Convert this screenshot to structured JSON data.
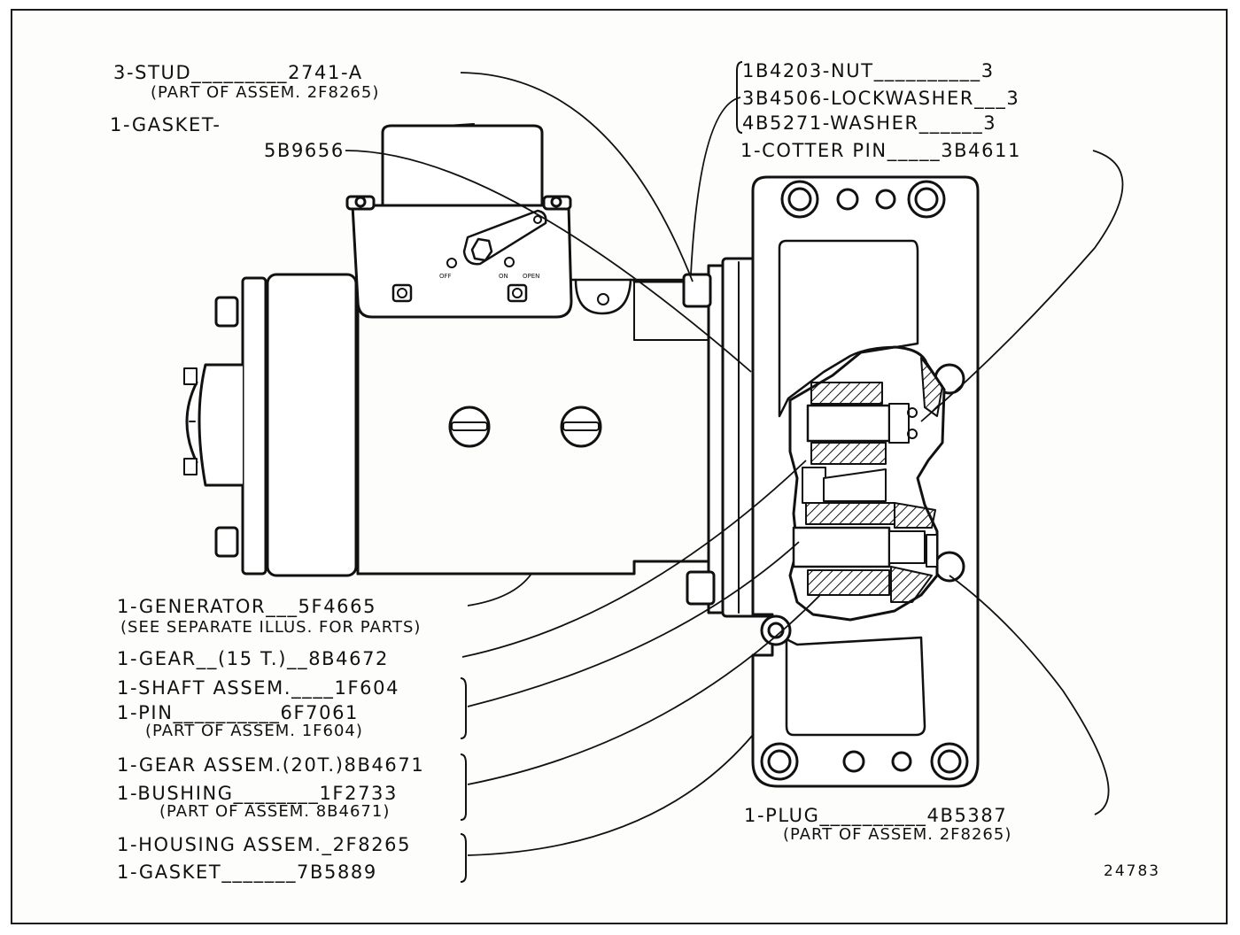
{
  "figure": {
    "number": "24783"
  },
  "callouts_left_top": [
    {
      "text": "3-STUD_________2741-A",
      "sub": "(PART OF ASSEM. 2F8265)"
    },
    {
      "text": "1-GASKET-",
      "sub": ""
    },
    {
      "text": "5B9656",
      "sub": ""
    }
  ],
  "callouts_right_top": [
    {
      "text": "1B4203-NUT__________3"
    },
    {
      "text": "3B4506-LOCKWASHER___3"
    },
    {
      "text": "4B5271-WASHER______3"
    },
    {
      "text": "1-COTTER PIN_____3B4611"
    }
  ],
  "callouts_left_bottom": [
    {
      "text": "1-GENERATOR___5F4665",
      "sub": "(SEE SEPARATE ILLUS. FOR PARTS)"
    },
    {
      "text": "1-GEAR__(15 T.)__8B4672",
      "sub": ""
    },
    {
      "text": "1-SHAFT ASSEM.____1F604",
      "sub": ""
    },
    {
      "text": "1-PIN__________6F7061",
      "sub": "(PART OF ASSEM. 1F604)"
    },
    {
      "text": "1-GEAR ASSEM.(20T.)8B4671",
      "sub": ""
    },
    {
      "text": "1-BUSHING________1F2733",
      "sub": "(PART OF ASSEM. 8B4671)"
    },
    {
      "text": "1-HOUSING ASSEM._2F8265",
      "sub": ""
    },
    {
      "text": "1-GASKET_______7B5889",
      "sub": ""
    }
  ],
  "callouts_right_bottom": [
    {
      "text": "1-PLUG__________4B5387",
      "sub": "(PART OF ASSEM. 2F8265)"
    }
  ],
  "switch_marks": {
    "off": "OFF",
    "on": "ON",
    "open": "OPEN"
  }
}
